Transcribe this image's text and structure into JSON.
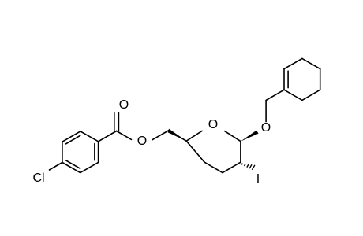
{
  "molecule": {
    "atoms": {
      "chlorine": "Cl",
      "carbonyl_oxygen": "O",
      "ester_oxygen": "O",
      "ring_oxygen": "O",
      "ether_oxygen": "O",
      "iodine": "I"
    },
    "colors": {
      "bond": "#000000",
      "background": "#ffffff",
      "label": "#000000"
    }
  }
}
